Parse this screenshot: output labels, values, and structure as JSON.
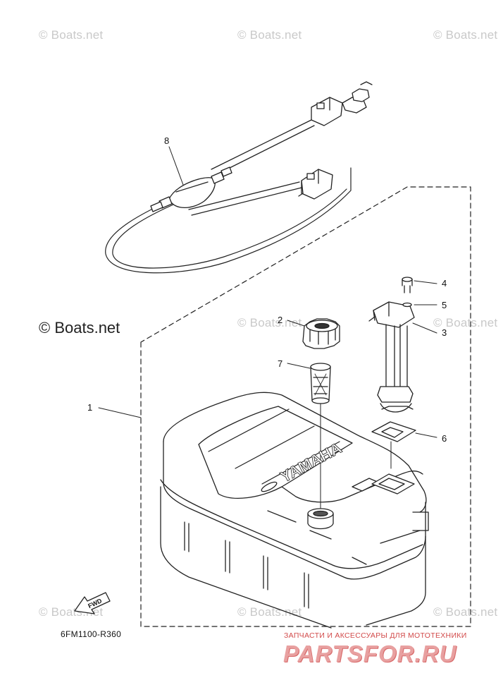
{
  "watermarks": {
    "top_left": "© Boats.net",
    "top_center": "© Boats.net",
    "top_right": "© Boats.net",
    "mid_left_big": "© Boats.net",
    "mid_center": "© Boats.net",
    "mid_right": "© Boats.net",
    "bottom_left": "© Boats.net",
    "bottom_center": "© Boats.net",
    "bottom_right": "© Boats.net"
  },
  "callouts": [
    "1",
    "2",
    "3",
    "4",
    "5",
    "6",
    "7",
    "8"
  ],
  "tank_brand": "YAMAHA",
  "fwd_label": "FWD",
  "diagram_code": "6FM1100-R360",
  "promo": {
    "tagline": "ЗАПЧАСТИ И АКСЕССУАРЫ ДЛЯ МОТОТЕХНИКИ",
    "logo": "PARTSFOR.RU"
  }
}
